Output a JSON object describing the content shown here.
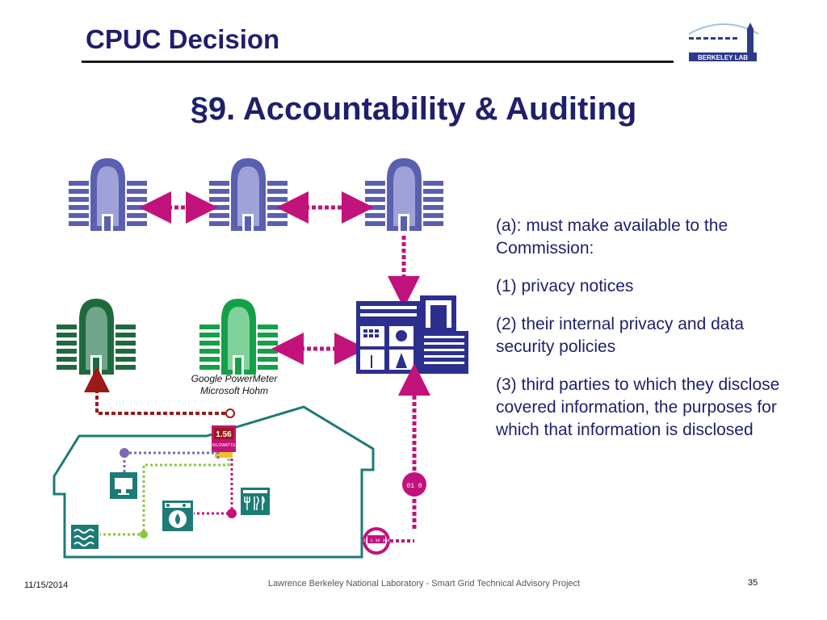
{
  "header": {
    "title": "CPUC Decision",
    "logo_text": "BERKELEY LAB"
  },
  "slide": {
    "title": "§9. Accountability & Auditing"
  },
  "caption": {
    "line1": "Google PowerMeter",
    "line2": "Microsoft Hohm"
  },
  "meter_display": {
    "value": "1.56",
    "unit": "KILOWATTS"
  },
  "smart_meter_digits": "24 1 30 360",
  "text_block": {
    "items": [
      "(a): must make available to the Commission:",
      "(1) privacy notices",
      "(2) their internal privacy and data security policies",
      "(3) third parties to which they disclose covered information, the purposes for which that information is disclosed"
    ]
  },
  "footer": {
    "date": "11/15/2014",
    "center": "Lawrence Berkeley National Laboratory - Smart Grid Technical Advisory Project",
    "page": "35"
  },
  "colors": {
    "title": "#1f1f6b",
    "utility_building": "#5b5fb0",
    "dark_green": "#1e6a3e",
    "green": "#14a049",
    "magenta": "#c2127b",
    "dark_red": "#9a1a1a",
    "purple": "#7c68b3",
    "lime": "#8cc63f",
    "teal": "#1d7b75",
    "utility_office": "#2d2f8e"
  }
}
